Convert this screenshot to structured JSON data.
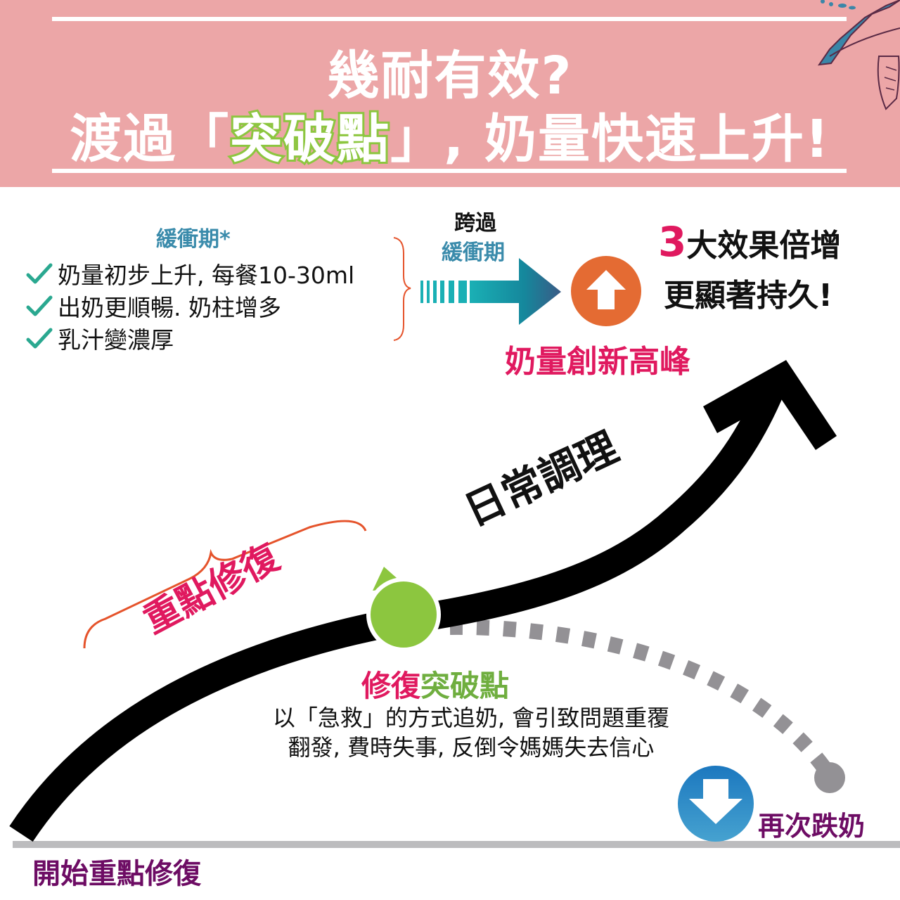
{
  "header": {
    "title_line1": "幾耐有效?",
    "title_line2_pre": "渡過「",
    "title_line2_highlight": "突破點",
    "title_line2_post": "」, 奶量快速上升!",
    "background": "#eca6a7",
    "highlight_stroke": "#8cc63f"
  },
  "buffer": {
    "title": "緩衝期*",
    "items": [
      {
        "icon": "check-icon",
        "text": "奶量初步上升, 每餐10-30ml"
      },
      {
        "icon": "check-icon",
        "text": "出奶更順暢. 奶柱增多"
      },
      {
        "icon": "check-icon",
        "text": "乳汁變濃厚"
      }
    ]
  },
  "cross": {
    "top": "跨過",
    "bottom": "緩衝期"
  },
  "effects": {
    "number": "3",
    "line1_rest": "大效果倍增",
    "line2": "更顯著持久!"
  },
  "labels": {
    "peak": "奶量創新高峰",
    "daily": "日常調理",
    "focus_repair": "重點修復",
    "breakpoint_a": "修復",
    "breakpoint_b": "突破點",
    "description": "以「急救」的方式追奶, 會引致問題重覆翻發, 費時失事, 反倒令媽媽失去信心",
    "drop": "再次跌奶",
    "start": "開始重點修復"
  },
  "colors": {
    "pink": "#e0195f",
    "teal": "#3a8bab",
    "green": "#8cc63f",
    "orange": "#e46b33",
    "blue": "#2a7fc0",
    "purple": "#6d0c64",
    "gray": "#939195"
  }
}
